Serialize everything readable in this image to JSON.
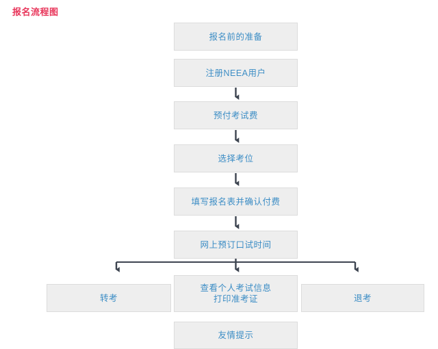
{
  "page": {
    "title": "报名流程图",
    "title_color": "#e8355a",
    "background": "#ffffff"
  },
  "theme": {
    "node_fill": "#eeeeee",
    "node_border": "#dcdcdc",
    "node_text": "#3c8dc5",
    "connector_color": "#3d4450"
  },
  "flow": {
    "type": "flowchart",
    "orientation": "top-to-bottom",
    "nodes": [
      {
        "id": "prep",
        "label": "报名前的准备",
        "column": "center"
      },
      {
        "id": "register",
        "label": "注册NEEA用户",
        "column": "center"
      },
      {
        "id": "prepay",
        "label": "预付考试费",
        "column": "center"
      },
      {
        "id": "seat",
        "label": "选择考位",
        "column": "center"
      },
      {
        "id": "form",
        "label": "填写报名表并确认付费",
        "column": "center"
      },
      {
        "id": "oral",
        "label": "网上预订口试时间",
        "column": "center"
      },
      {
        "id": "transfer",
        "label": "转考",
        "column": "left"
      },
      {
        "id": "info",
        "label": "查看个人考试信息",
        "label2": "打印准考证",
        "column": "center"
      },
      {
        "id": "withdraw",
        "label": "退考",
        "column": "right"
      },
      {
        "id": "tips",
        "label": "友情提示",
        "column": "center"
      }
    ],
    "connectors": [
      {
        "from": "register",
        "to": "prepay",
        "kind": "arrow-down"
      },
      {
        "from": "prepay",
        "to": "seat",
        "kind": "arrow-down"
      },
      {
        "from": "seat",
        "to": "form",
        "kind": "arrow-down"
      },
      {
        "from": "form",
        "to": "oral",
        "kind": "arrow-down"
      },
      {
        "from": "oral",
        "to": "transfer",
        "kind": "branch-arrow-down"
      },
      {
        "from": "oral",
        "to": "info",
        "kind": "branch-arrow-down"
      },
      {
        "from": "oral",
        "to": "withdraw",
        "kind": "branch-arrow-down"
      }
    ]
  }
}
